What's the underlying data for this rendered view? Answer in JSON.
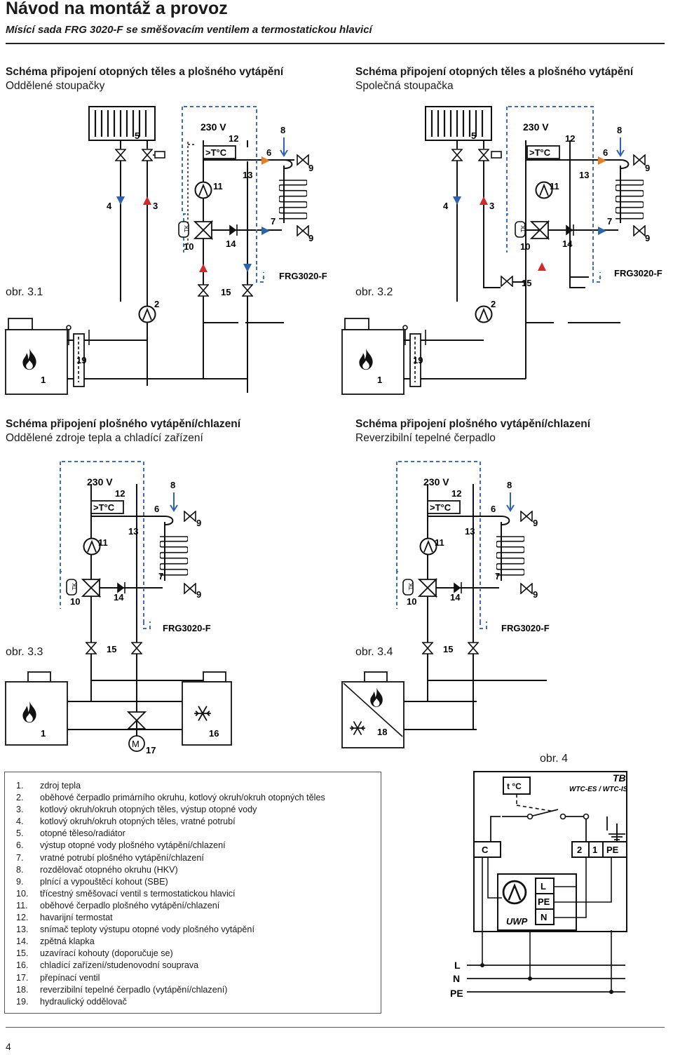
{
  "header": {
    "title": "Návod na montáž a provoz",
    "subtitle": "Mísící sada FRG 3020-F se směšovacím ventilem a termostatickou hlavicí"
  },
  "sections": [
    {
      "title": "Schéma připojení otopných těles a plošného vytápění",
      "subtitle": "Oddělené stoupačky"
    },
    {
      "title": "Schéma připojení otopných těles a plošného vytápění",
      "subtitle": "Společná stoupačka"
    },
    {
      "title": "Schéma připojení plošného vytápění/chlazení",
      "subtitle": "Oddělené zdroje tepla a chladící zařízení"
    },
    {
      "title": "Schéma připojení plošného vytápění/chlazení",
      "subtitle": "Reverzibilní tepelné čerpadlo"
    }
  ],
  "figures": {
    "fig1": "obr. 3.1",
    "fig2": "obr. 3.2",
    "fig3": "obr. 3.3",
    "fig4": "obr. 3.4",
    "fig5": "obr. 4"
  },
  "diagram_labels": {
    "voltage": "230 V",
    "thermostat": ">T°C",
    "tk": "TK",
    "module": "FRG3020-F",
    "n1": "1",
    "n2": "2",
    "n3": "3",
    "n4": "4",
    "n5": "5",
    "n6": "6",
    "n7": "7",
    "n8": "8",
    "n9": "9",
    "n10": "10",
    "n11": "11",
    "n12": "12",
    "n13": "13",
    "n14": "14",
    "n15": "15",
    "n16": "16",
    "n17": "17",
    "n18": "18",
    "n19": "19",
    "motor": "M"
  },
  "wiring": {
    "tb": "TB",
    "controller": "WTC-ES / WTC-IS",
    "sensor": "t °C",
    "c": "C",
    "t2": "2",
    "t1": "1",
    "pe": "PE",
    "l": "L",
    "n": "N",
    "uwp": "UWP",
    "mains_l": "L",
    "mains_n": "N",
    "mains_pe": "PE"
  },
  "legend": [
    {
      "num": "1.",
      "text": "zdroj tepla"
    },
    {
      "num": "2.",
      "text": "oběhové čerpadlo primárního okruhu, kotlový okruh/okruh otopných těles"
    },
    {
      "num": "3.",
      "text": "kotlový okruh/okruh otopných těles, výstup otopné vody"
    },
    {
      "num": "4.",
      "text": "kotlový okruh/okruh otopných těles, vratné potrubí"
    },
    {
      "num": "5.",
      "text": "otopné těleso/radiátor"
    },
    {
      "num": "6.",
      "text": "výstup otopné vody plošného vytápění/chlazení"
    },
    {
      "num": "7.",
      "text": "vratné potrubí plošného vytápění/chlazení"
    },
    {
      "num": "8.",
      "text": "rozdělovač otopného okruhu (HKV)"
    },
    {
      "num": "9.",
      "text": "plnící a vypouštěcí kohout (SBE)"
    },
    {
      "num": "10.",
      "text": "třícestný směšovací ventil s termostatickou hlavicí"
    },
    {
      "num": "11.",
      "text": "oběhové čerpadlo plošného vytápění/chlazení"
    },
    {
      "num": "12.",
      "text": "havarijní termostat"
    },
    {
      "num": "13.",
      "text": "snímač teploty výstupu otopné vody plošného vytápění"
    },
    {
      "num": "14.",
      "text": "zpětná klapka"
    },
    {
      "num": "15.",
      "text": "uzavírací kohouty (doporučuje se)"
    },
    {
      "num": "16.",
      "text": "chladící zařízení/studenovodní souprava"
    },
    {
      "num": "17.",
      "text": "přepínací ventil"
    },
    {
      "num": "18.",
      "text": "reverzibilní tepelné čerpadlo (vytápění/chlazení)"
    },
    {
      "num": "19.",
      "text": "hydraulický oddělovač"
    }
  ],
  "footer": {
    "page": "4"
  }
}
